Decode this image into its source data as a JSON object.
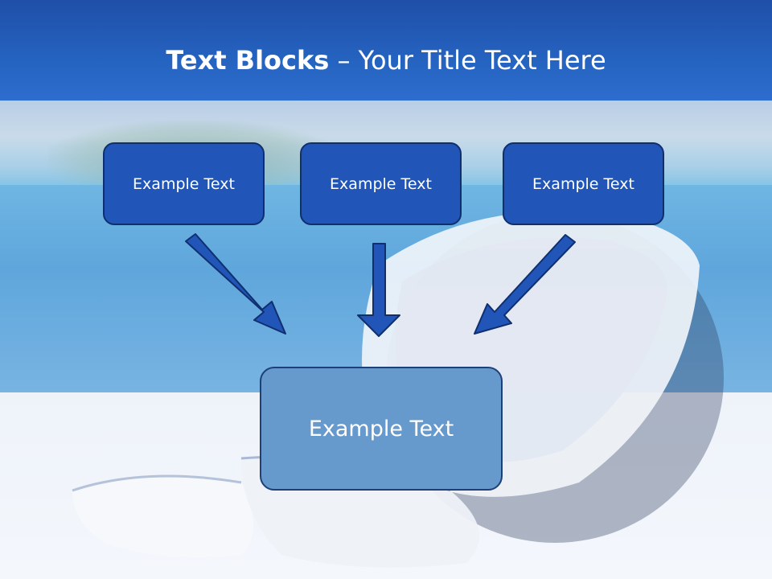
{
  "slide": {
    "title_bold": "Text Blocks",
    "title_dash": " – ",
    "title_rest": "Your Title Text Here",
    "blocks": [
      {
        "label": "Example Text"
      },
      {
        "label": "Example Text"
      },
      {
        "label": "Example Text"
      }
    ],
    "main_block": {
      "label": "Example Text"
    }
  },
  "colors": {
    "title_bar": "#1f4fa8",
    "block_fill": "#2156b8",
    "main_block_fill": "#6699cc",
    "arrow_fill": "#2156b8"
  }
}
